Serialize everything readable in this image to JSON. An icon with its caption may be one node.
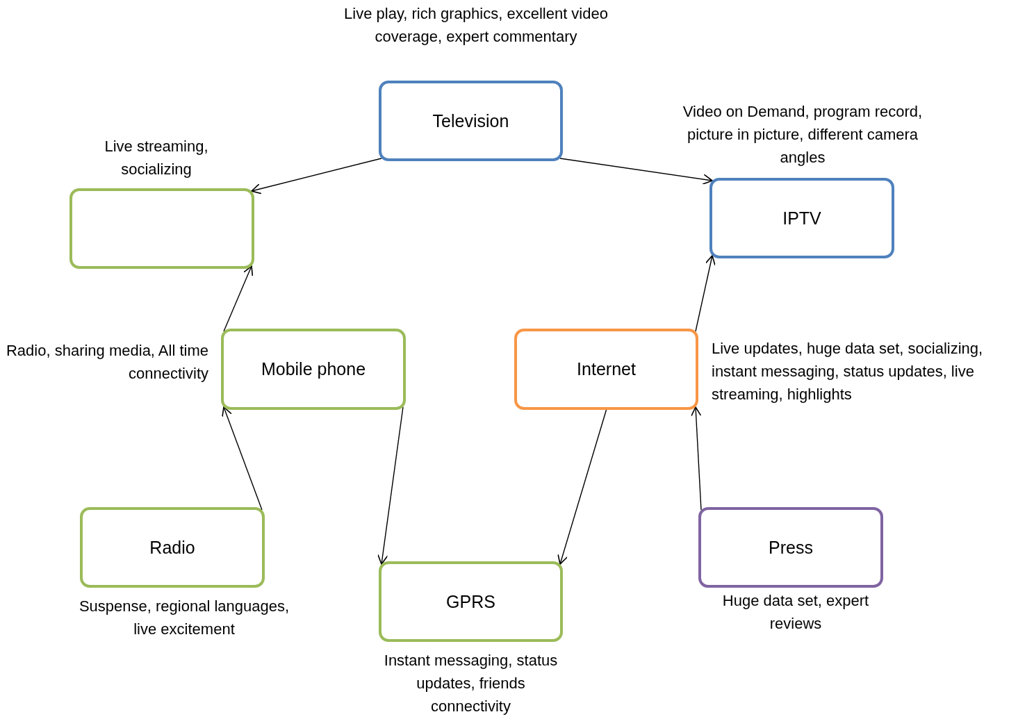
{
  "diagram": {
    "nodes": [
      {
        "text": [
          "Television"
        ],
        "beside": [
          "Live play, rich graphics, excellent video coverage, expert commentary"
        ]
      },
      {
        "text": [],
        "shape": "box",
        "beside": [
          "Live streaming, socializing"
        ]
      },
      {
        "text": [
          "IPTV"
        ],
        "beside": [
          "Video on Demand, program record, picture in picture, different camera angles"
        ]
      },
      {
        "text": [
          "Mobile phone"
        ],
        "beside": [
          "Radio, sharing media, All time connectivity"
        ]
      },
      {
        "text": [
          "Internet"
        ],
        "beside": [
          "Live updates, huge data set, socializing, instant messaging, status updates, live streaming, highlights"
        ]
      },
      {
        "text": [
          "Radio"
        ],
        "beside": [
          "Suspense, regional languages, live excitement"
        ]
      },
      {
        "text": [
          "GPRS"
        ],
        "beside": [
          "Instant messaging, status updates, friends connectivity"
        ]
      },
      {
        "text": [
          "Press"
        ],
        "beside": [
          "Huge data set, expert reviews"
        ]
      }
    ],
    "edges": [
      {
        "from": 0,
        "to": 1,
        "arrow": "to"
      },
      {
        "from": 0,
        "to": 2,
        "arrow": "to"
      },
      {
        "from": 3,
        "to": 1,
        "arrow": "to"
      },
      {
        "from": 4,
        "to": 2,
        "arrow": "to"
      },
      {
        "from": 5,
        "to": 3,
        "arrow": "to"
      },
      {
        "from": 3,
        "to": 6,
        "arrow": "to"
      },
      {
        "from": 4,
        "to": 6,
        "arrow": "to"
      },
      {
        "from": 7,
        "to": 4,
        "arrow": "to"
      }
    ]
  }
}
